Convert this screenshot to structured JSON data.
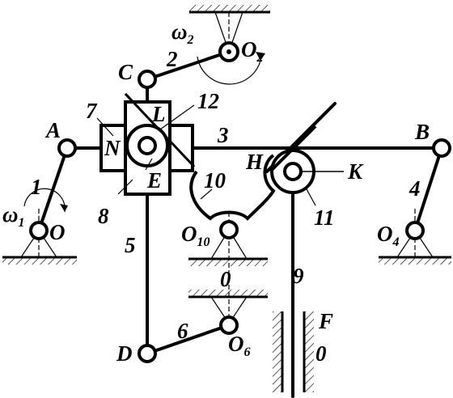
{
  "labels": {
    "O2": "O",
    "O2_sub": "2",
    "omega2": "ω",
    "omega2_sub": "2",
    "n2": "2",
    "C": "C",
    "n12": "12",
    "n7": "7",
    "L": "L",
    "A": "A",
    "N": "N",
    "n3": "3",
    "B": "B",
    "H": "H",
    "E": "E",
    "n10": "10",
    "K": "K",
    "n1": "1",
    "omega1": "ω",
    "omega1_sub": "1",
    "n8": "8",
    "O": "O",
    "n4": "4",
    "n11": "11",
    "O10": "O",
    "O10_sub": "10",
    "O4": "O",
    "O4_sub": "4",
    "n5": "5",
    "zero_mid": "0",
    "n9": "9",
    "F": "F",
    "n6": "6",
    "zero_right": "0",
    "D": "D",
    "O6": "O",
    "O6_sub": "6"
  }
}
